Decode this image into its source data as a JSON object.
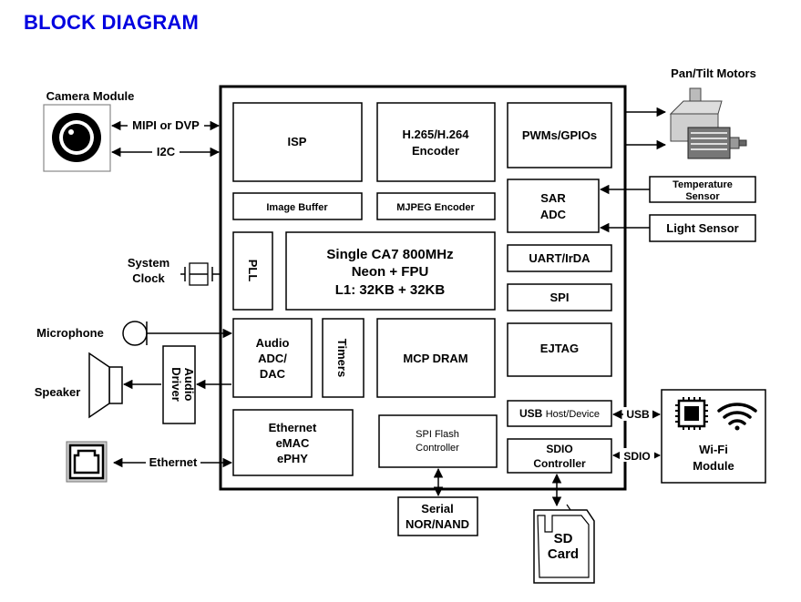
{
  "title": "BLOCK DIAGRAM",
  "external": {
    "camera": "Camera Module",
    "pan_tilt": "Pan/Tilt Motors",
    "system_clock_1": "System",
    "system_clock_2": "Clock",
    "microphone": "Microphone",
    "speaker": "Speaker",
    "temperature_1": "Temperature",
    "temperature_2": "Sensor",
    "light_sensor": "Light Sensor",
    "wifi_1": "Wi-Fi",
    "wifi_2": "Module",
    "serial_1": "Serial",
    "serial_2": "NOR/NAND",
    "sd_1": "SD",
    "sd_2": "Card",
    "audio_driver_1": "Audio",
    "audio_driver_2": "Driver"
  },
  "links": {
    "mipi": "MIPI or DVP",
    "i2c": "I2C",
    "ethernet": "Ethernet",
    "usb": "USB",
    "sdio": "SDIO"
  },
  "blocks": {
    "isp": "ISP",
    "encoder_1": "H.265/H.264",
    "encoder_2": "Encoder",
    "pwm": "PWMs/GPIOs",
    "image_buffer": "Image Buffer",
    "mjpeg": "MJPEG Encoder",
    "sar_1": "SAR",
    "sar_2": "ADC",
    "pll": "PLL",
    "cpu_1": "Single CA7 800MHz",
    "cpu_2": "Neon + FPU",
    "cpu_3": "L1: 32KB + 32KB",
    "uart": "UART/IrDA",
    "spi": "SPI",
    "audio_1": "Audio",
    "audio_2": "ADC/",
    "audio_3": "DAC",
    "timers": "Timers",
    "dram": "MCP DRAM",
    "ejtag": "EJTAG",
    "usb_host": "USB",
    "usb_host_2": "Host/Device",
    "eth_1": "Ethernet",
    "eth_2": "eMAC",
    "eth_3": "ePHY",
    "spi_flash_1": "SPI Flash",
    "spi_flash_2": "Controller",
    "sdio_1": "SDIO",
    "sdio_2": "Controller"
  },
  "colors": {
    "title": "#0000e0"
  }
}
